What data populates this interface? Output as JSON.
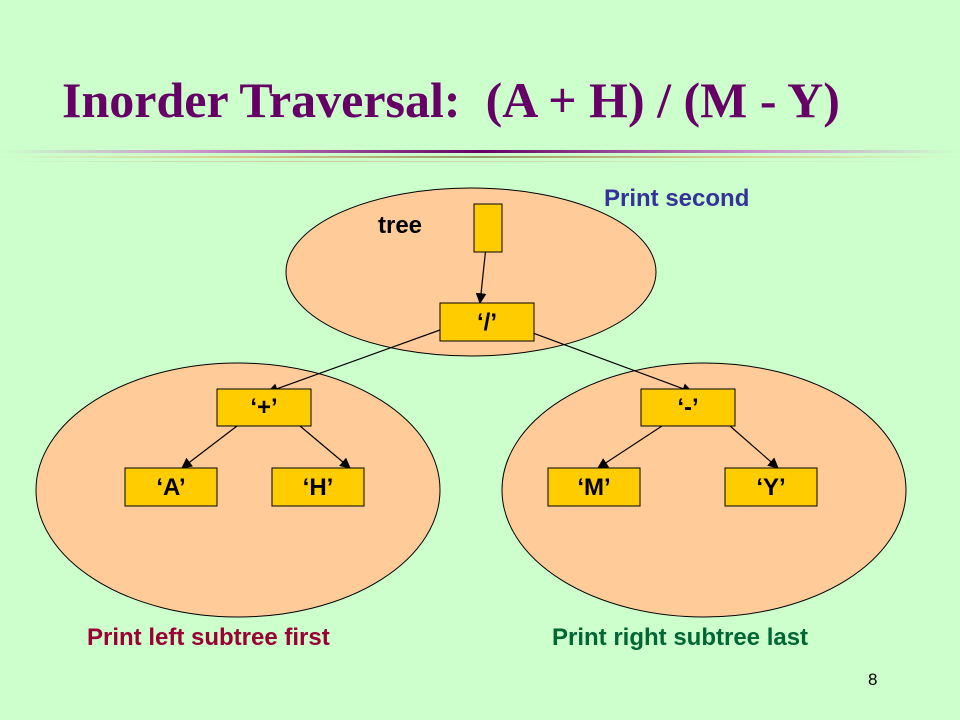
{
  "title": {
    "lead": "Inorder Traversal:",
    "expression": "(A + H) / (M - Y)"
  },
  "labels": {
    "tree": "tree",
    "print_second": "Print second",
    "print_left": "Print left subtree first",
    "print_right": "Print right subtree last"
  },
  "nodes": {
    "root": "‘/’",
    "plus": "‘+’",
    "minus": "‘-’",
    "a": "‘A’",
    "h": "‘H’",
    "m": "‘M’",
    "y": "‘Y’"
  },
  "colors": {
    "background": "#ccffcc",
    "title": "#660066",
    "ellipse_fill": "#ffcc99",
    "node_fill": "#ffcc00",
    "print_second": "#333399",
    "print_left": "#990033",
    "print_right": "#006633"
  },
  "page_number": "8"
}
